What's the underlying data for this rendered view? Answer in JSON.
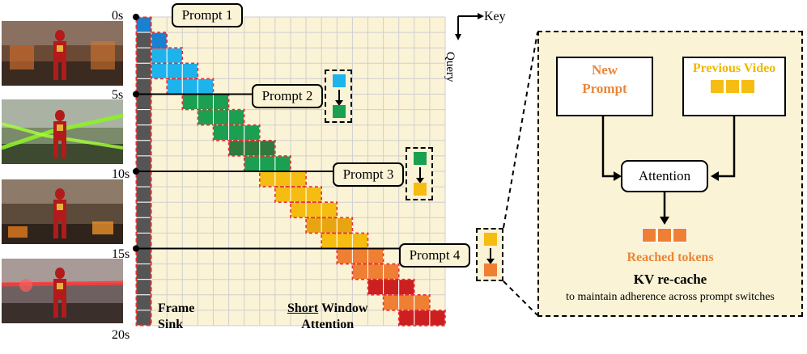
{
  "time_labels": [
    "0s",
    "5s",
    "10s",
    "15s",
    "20s"
  ],
  "axis": {
    "key_label": "Key",
    "query_label": "Query"
  },
  "prompts": [
    "Prompt 1",
    "Prompt 2",
    "Prompt 3",
    "Prompt 4"
  ],
  "captions": {
    "frame_sink_line1": "Frame",
    "frame_sink_line2": "Sink",
    "short_underlined": "Short",
    "window_word": " Window",
    "attention_word": "Attention"
  },
  "detail": {
    "new_prompt_line1": "New",
    "new_prompt_line2": "Prompt",
    "previous_video": "Previous Video",
    "attention": "Attention",
    "recached_tokens": "Reached tokens",
    "kv_title": "KV re-cache",
    "kv_subtitle": "to maintain adherence across prompt switches"
  },
  "colors": {
    "background_cream": "#fbf3d6",
    "sink_gray": "#555555",
    "prompt1_blue": "#1a80d0",
    "prompt1_light": "#1db3ec",
    "prompt2_green": "#1aa050",
    "prompt2_dark": "#2f7a3c",
    "prompt3_yellow": "#f5bc12",
    "prompt3_gold": "#e8a512",
    "prompt4_orange": "#ef7f33",
    "prompt4_red": "#cc1f1f",
    "outline_red": "#e53030"
  },
  "icons": [
    "axis-arrows-icon",
    "down-arrow-icon",
    "dashed-connector-icon"
  ]
}
